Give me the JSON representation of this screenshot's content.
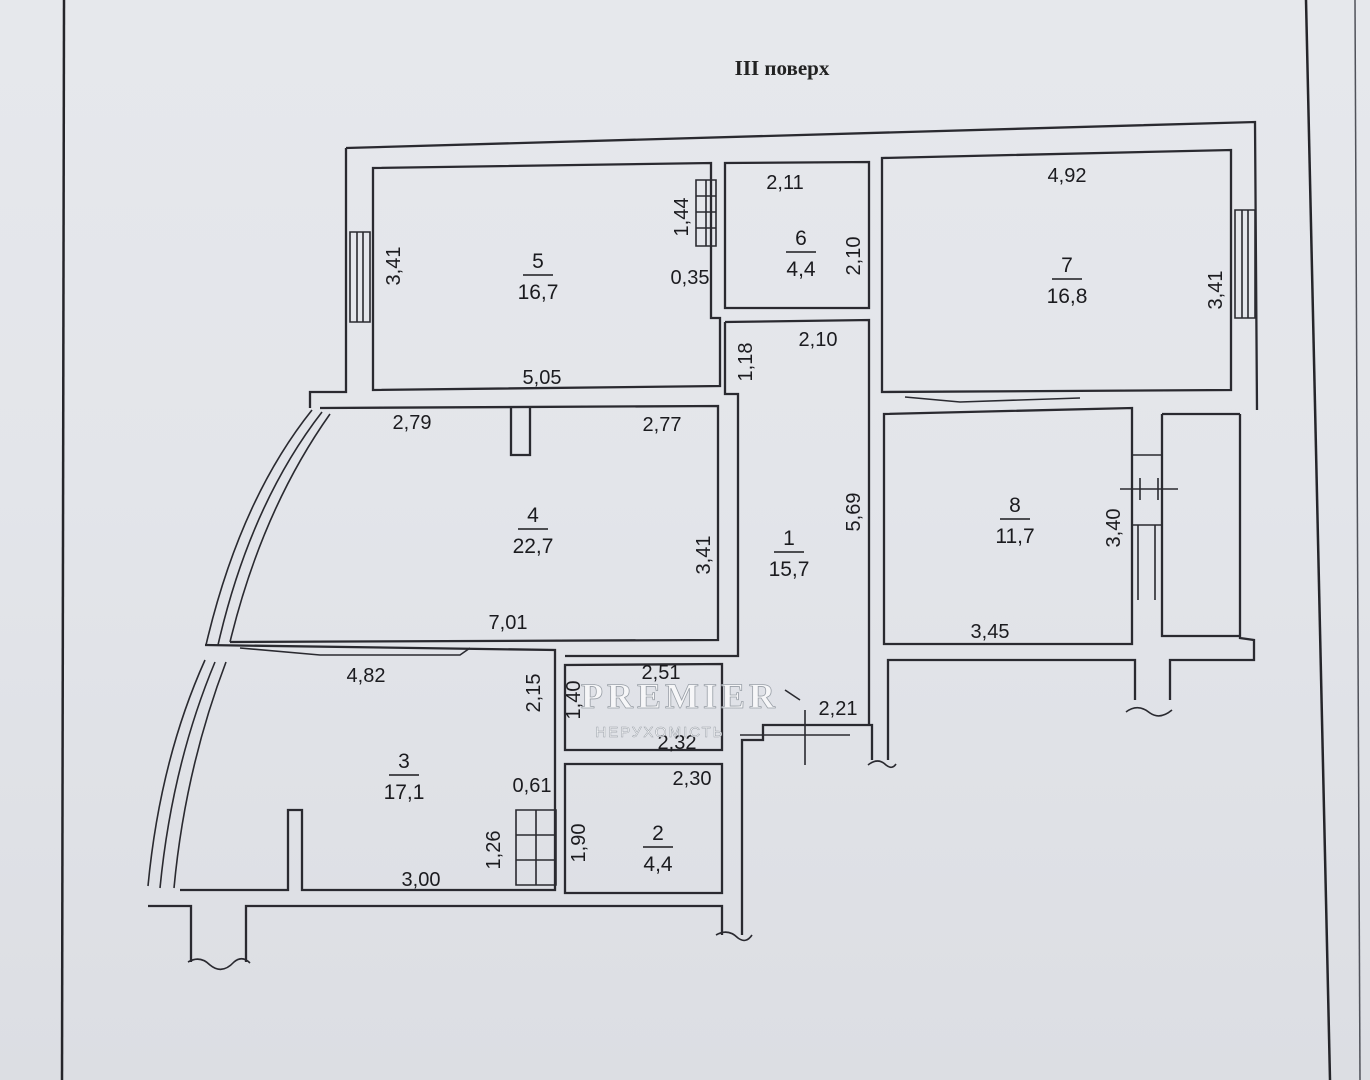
{
  "floor_title": "III поверх",
  "rooms": [
    {
      "number": "5",
      "area": "16,7"
    },
    {
      "number": "6",
      "area": "4,4"
    },
    {
      "number": "7",
      "area": "16,8"
    },
    {
      "number": "4",
      "area": "22,7"
    },
    {
      "number": "1",
      "area": "15,7"
    },
    {
      "number": "8",
      "area": "11,7"
    },
    {
      "number": "3",
      "area": "17,1"
    },
    {
      "number": "2",
      "area": "4,4"
    }
  ],
  "dimensions": {
    "r5_height": "3,41",
    "r5_width": "5,05",
    "r5_vent_h": "1,44",
    "r5_vent_w": "0,35",
    "r6_width": "2,11",
    "r6_height": "2,10",
    "r7_width": "4,92",
    "r7_height": "3,41",
    "hall_width": "2,10",
    "hall_small": "1,18",
    "hall_length": "5,69",
    "r4_left": "2,79",
    "r4_right": "2,77",
    "r4_height": "3,41",
    "r4_width": "7,01",
    "r8_height": "3,40",
    "r8_width": "3,45",
    "r3_top": "4,82",
    "r3_step": "2,15",
    "r3_vent_w": "0,61",
    "r3_vent_h": "1,26",
    "r3_bottom": "3,00",
    "r9_width": "2,51",
    "r9_height": "1,40",
    "r9_bottom": "2,32",
    "entry_width": "2,21",
    "r2_width": "2,30",
    "r2_height": "1,90"
  },
  "watermark": {
    "brand": "PREMIER",
    "sub": "НЕРУХОМІСТЬ"
  }
}
